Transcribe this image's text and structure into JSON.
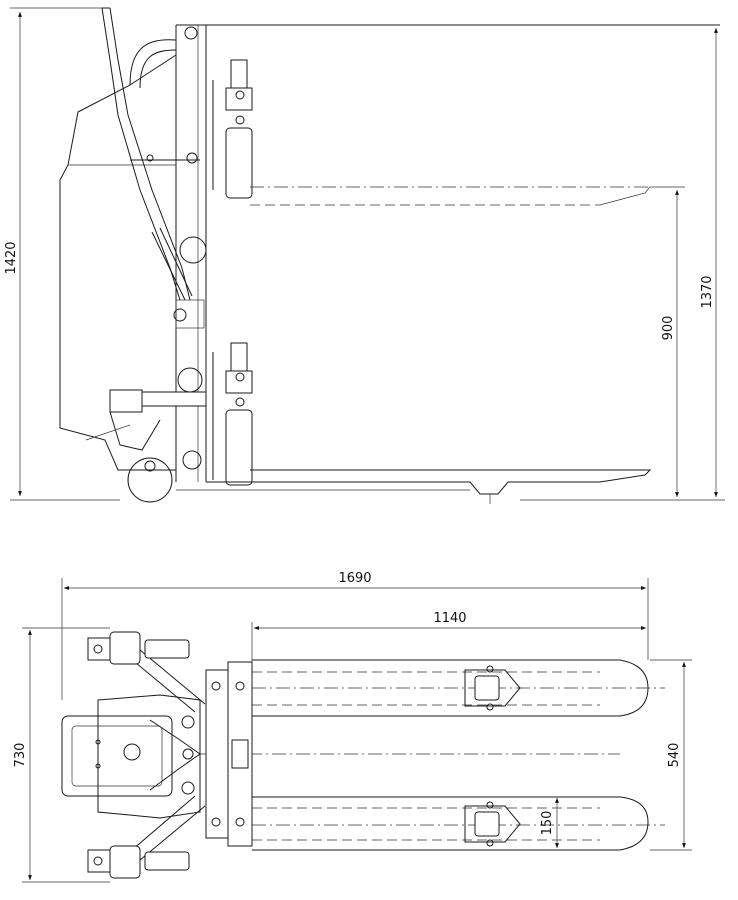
{
  "side_view": {
    "dimensions": {
      "overall_height": "1420",
      "lift_height": "1370",
      "fork_height": "900"
    }
  },
  "top_view": {
    "dimensions": {
      "overall_length": "1690",
      "fork_length": "1140",
      "overall_width": "730",
      "fork_spread": "540",
      "fork_width": "150"
    }
  }
}
